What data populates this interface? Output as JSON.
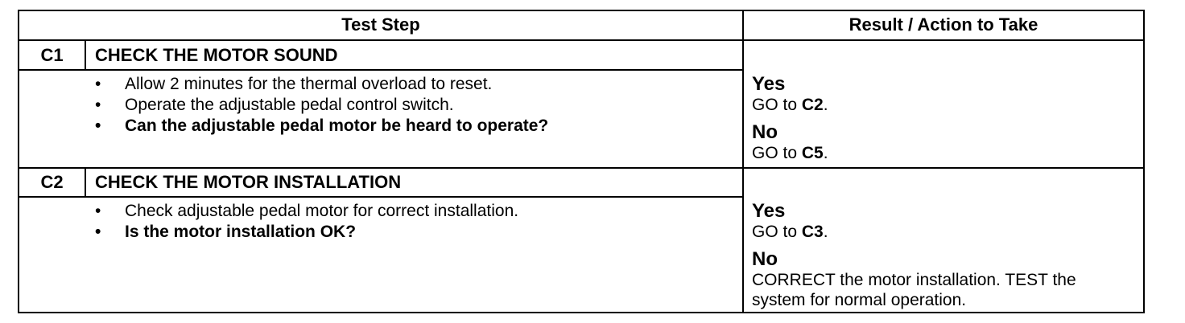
{
  "header": {
    "test_step": "Test Step",
    "result_action": "Result / Action to Take"
  },
  "steps": [
    {
      "id": "C1",
      "title": "CHECK THE MOTOR SOUND",
      "bullets": [
        {
          "text": "Allow 2 minutes for the thermal overload to reset.",
          "bold": false
        },
        {
          "text": "Operate the adjustable pedal control switch.",
          "bold": false
        },
        {
          "text": "Can the adjustable pedal motor be heard to operate?",
          "bold": true
        }
      ],
      "results": [
        {
          "answer": "Yes",
          "action_prefix": "GO to ",
          "action_ref": "C2",
          "action_suffix": "."
        },
        {
          "answer": "No",
          "action_prefix": "GO to ",
          "action_ref": "C5",
          "action_suffix": "."
        }
      ]
    },
    {
      "id": "C2",
      "title": "CHECK THE MOTOR INSTALLATION",
      "bullets": [
        {
          "text": "Check adjustable pedal motor for correct installation.",
          "bold": false
        },
        {
          "text": "Is the motor installation OK?",
          "bold": true
        }
      ],
      "results": [
        {
          "answer": "Yes",
          "action_prefix": "GO to ",
          "action_ref": "C3",
          "action_suffix": "."
        },
        {
          "answer": "No",
          "action_prefix": "CORRECT the motor installation. TEST the system for normal operation.",
          "action_ref": "",
          "action_suffix": ""
        }
      ]
    }
  ]
}
